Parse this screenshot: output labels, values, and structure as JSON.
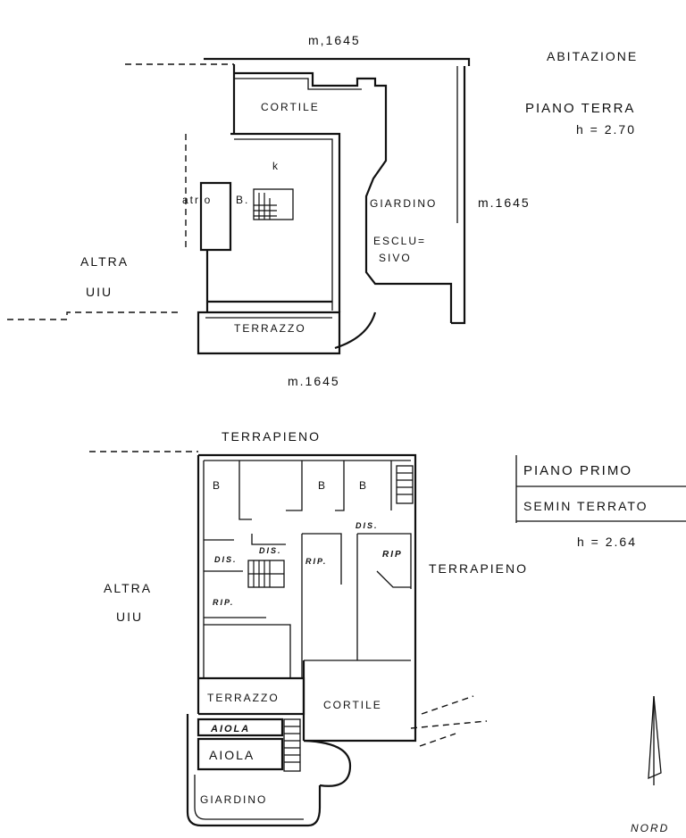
{
  "ground_floor": {
    "dim_top": "m,1645",
    "dim_right": "m.1645",
    "dim_bottom": "m.1645",
    "title_1": "ABITAZIONE",
    "title_2": "PIANO TERRA",
    "height": "h = 2.70",
    "rooms": {
      "cortile": "CORTILE",
      "k": "k",
      "atrio": "atrio",
      "b": "B.",
      "giardino": "GIARDINO",
      "esclusivo_1": "ESCLU=",
      "esclusivo_2": "SIVO",
      "terrazzo": "TERRAZZO"
    },
    "neighbor_1": "ALTRA",
    "neighbor_2": "UIU"
  },
  "first_floor": {
    "terrapieno_top": "TERRAPIENO",
    "terrapieno_right": "TERRAPIENO",
    "title_1": "PIANO PRIMO",
    "title_2": "SEMIN TERRATO",
    "height": "h = 2.64",
    "rooms": {
      "b1": "B",
      "b2": "B",
      "b3": "B",
      "dis1": "DIS.",
      "dis2": "DIS.",
      "dis3": "DIS.",
      "rip1": "RIP.",
      "rip2": "RIP",
      "rip3": "RIP.",
      "terrazzo": "TERRAZZO",
      "cortile": "CORTILE",
      "aiola1": "AIOLA",
      "aiola2": "AIOLA",
      "giardino": "GIARDINO"
    },
    "neighbor_1": "ALTRA",
    "neighbor_2": "UIU"
  },
  "north_label": "NORD"
}
